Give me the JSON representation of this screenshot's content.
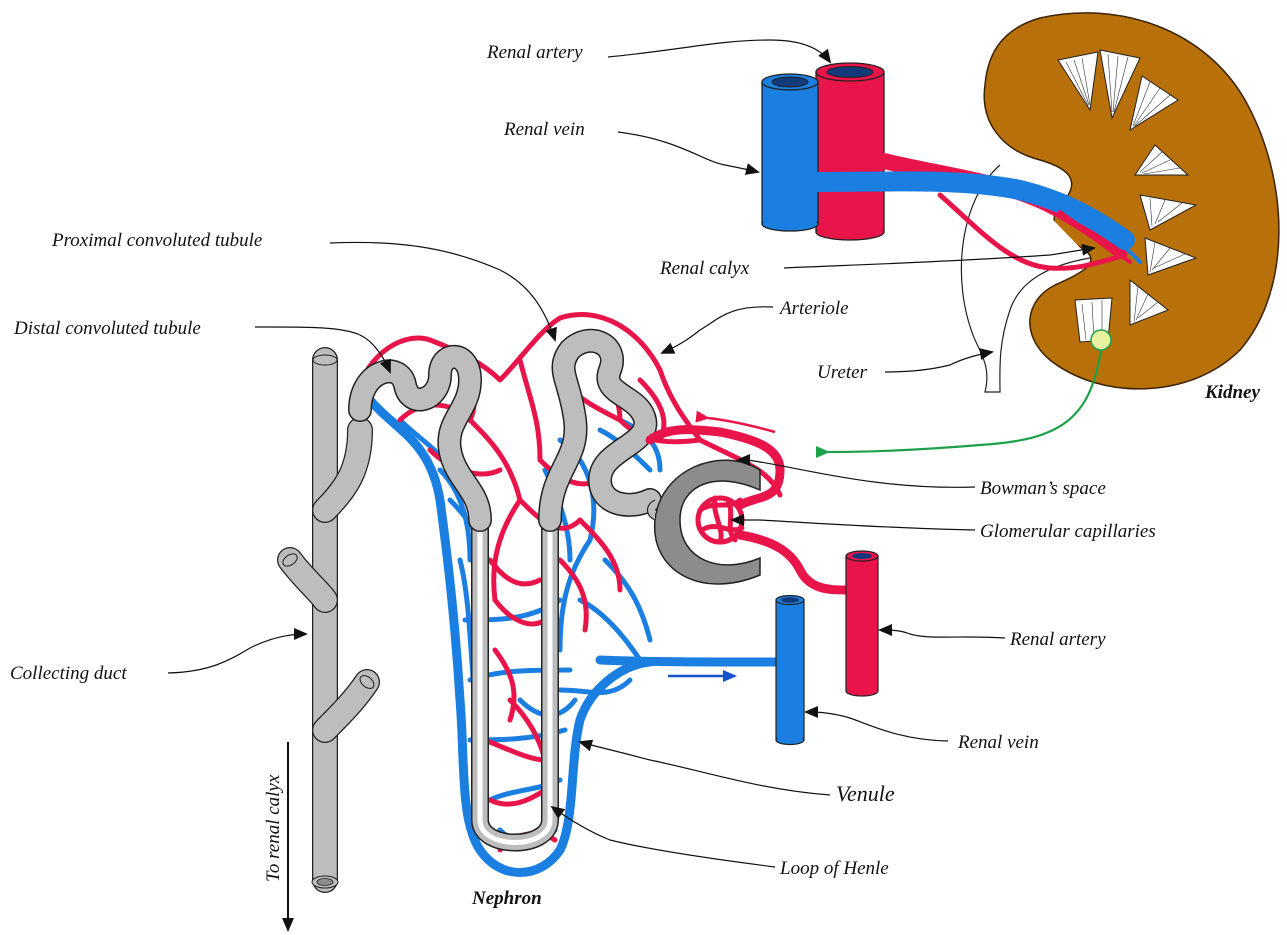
{
  "labels": {
    "renal_artery_top": "Renal artery",
    "renal_vein_top": "Renal vein",
    "renal_calyx": "Renal calyx",
    "ureter": "Ureter",
    "kidney": "Kidney",
    "proximal_tubule": "Proximal convoluted tubule",
    "distal_tubule": "Distal convoluted tubule",
    "arteriole": "Arteriole",
    "bowmans_space": "Bowman’s space",
    "glomerular_capillaries": "Glomerular capillaries",
    "renal_artery_bottom": "Renal artery",
    "renal_vein_bottom": "Renal vein",
    "collecting_duct": "Collecting duct",
    "venule": "Venule",
    "loop_of_henle": "Loop of Henle",
    "nephron": "Nephron",
    "to_renal_calyx": "To renal calyx"
  },
  "colors": {
    "artery": "#e8144a",
    "vein": "#1a7fe0",
    "kidney": "#b8700a",
    "tubule": "#bdbdbd",
    "glomerulus_capsule": "#8c8c8c",
    "zoom_arrow": "#1ea04a",
    "flow_in_arrow": "#e8144a",
    "flow_out_arrow": "#1552c8"
  }
}
